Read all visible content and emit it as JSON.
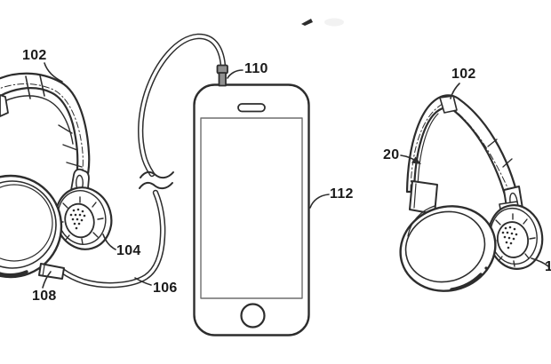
{
  "canvas": {
    "background": "#ffffff"
  },
  "drawing": {
    "line_color": "#2d2d2d",
    "label_color": "#1a1a1a"
  },
  "labels": {
    "left_headphones": "102",
    "connector_plug": "110",
    "media_player": "112",
    "left_earcup": "104",
    "cable_attachment": "108",
    "cable": "106",
    "headband": "20",
    "right_headphones": "102",
    "right_earcup_clipped": "1"
  }
}
